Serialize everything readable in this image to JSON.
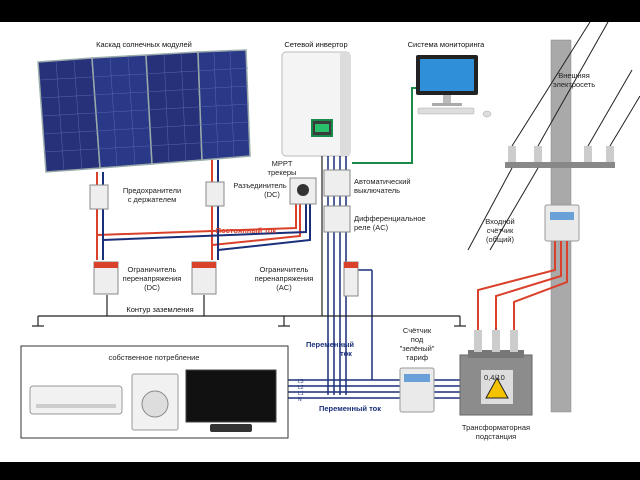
{
  "labels": {
    "solar": "Каскад солнечных модулей",
    "inverter": "Сетевой инвертор",
    "monitoring": "Система мониторинга",
    "grid": [
      "Внешняя",
      "электросеть"
    ],
    "mppt": [
      "MPPT",
      "трекеры"
    ],
    "disconnector": [
      "Разъединитель",
      "(DC)"
    ],
    "fuses": [
      "Предохранители",
      "с держателем"
    ],
    "auto_breaker": [
      "Автоматический",
      "выключатель"
    ],
    "diff_relay": [
      "Дифференциальное",
      "реле (AC)"
    ],
    "dc_current": "Постоянный ток",
    "limiter_dc": [
      "Ограничитель",
      "перенапряжения",
      "(DC)"
    ],
    "limiter_ac": [
      "Ограничитель",
      "перенапряжения",
      "(AC)"
    ],
    "ground": "Контур заземления",
    "input_meter": [
      "Входной",
      "счётчик",
      "(общий)"
    ],
    "self_consumption": "собственное потребление",
    "ac_current_1": [
      "Переменный",
      "ток"
    ],
    "ac_current_2": "Переменный ток",
    "green_meter": [
      "Счётчик",
      "под",
      "\"зелёный\"",
      "тариф"
    ],
    "substation": [
      "Трансформаторная",
      "подстанция"
    ],
    "transformer_rating": "0,4/10",
    "phase_labels": [
      "L3",
      "L2",
      "L1",
      "N"
    ]
  },
  "colors": {
    "dc": "#d9412b",
    "ac": "#1a2f7a",
    "ground": "#222222",
    "panel": "#26317a"
  }
}
